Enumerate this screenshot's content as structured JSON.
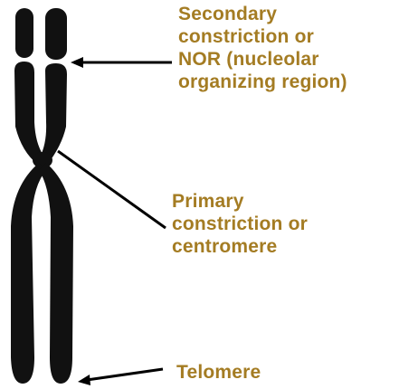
{
  "colors": {
    "label_text": "#a47c23",
    "chromosome": "#111111",
    "pointer": "#000000",
    "background": "#ffffff"
  },
  "labels": {
    "secondary_constriction": {
      "lines": [
        "Secondary",
        "constriction or",
        "NOR (nucleolar",
        "organizing region)"
      ]
    },
    "primary_constriction": {
      "lines": [
        "Primary",
        "constriction or",
        "centromere"
      ]
    },
    "telomere": {
      "lines": [
        "Telomere"
      ]
    }
  }
}
